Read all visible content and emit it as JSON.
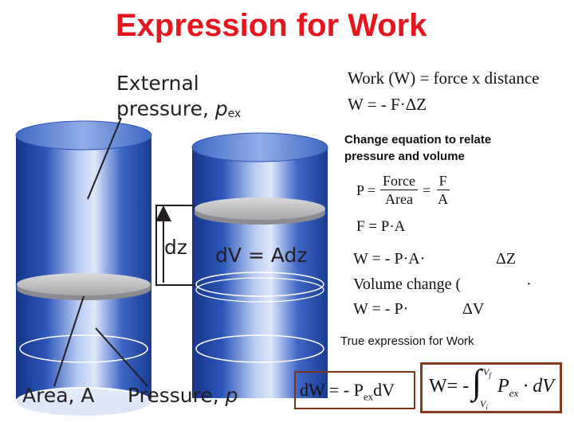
{
  "title": "Expression for Work",
  "diagram": {
    "label_external_line1": "External",
    "label_external_line2": "pressure, ",
    "label_external_var": "p",
    "label_external_sub": "ex",
    "label_dz": "dz",
    "label_dv": "dV = Adz",
    "label_area": "Area, A",
    "label_pressure": "Pressure, ",
    "label_pressure_var": "p"
  },
  "equations": {
    "work_def": "Work (W) = force x distance",
    "work_f": "W = - F·ΔZ",
    "note_change": "Change equation to relate pressure and volume",
    "p_lhs": "P =",
    "p_force": "Force",
    "p_area": "Area",
    "p_eq": "=",
    "p_f": "F",
    "p_a": "A",
    "f_pa": "F = P·A",
    "w_pa_left": "W = - P·A·",
    "w_pa_right": "ΔZ",
    "vol_change": "Volume change (",
    "vol_dot": "·",
    "w_pv_left": "W = - P·",
    "w_pv_right": "ΔV",
    "true_expr": "True expression for Work",
    "dw_main": "dW = - P",
    "dw_sub": "ex",
    "dw_end": "dV",
    "int_lhs": "W= -",
    "int_upper": "V",
    "int_upper_sub": "f",
    "int_lower": "V",
    "int_lower_sub": "i",
    "int_p": "P",
    "int_p_sub": "ex",
    "int_dv": "· dV"
  },
  "colors": {
    "title": "#e8141d",
    "cylinder_dark": "#1b3a8c",
    "cylinder_light": "#a9c1ee",
    "piston": "#c4c4c6",
    "box_border": "#7d3419"
  }
}
